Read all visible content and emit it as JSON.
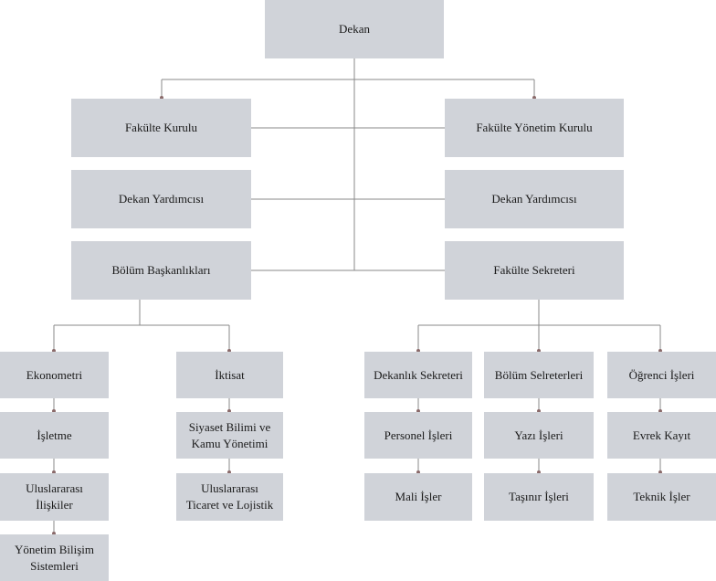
{
  "nodes": {
    "dekan": "Dekan",
    "fakulte_kurulu": "Fakülte Kurulu",
    "fakulte_yonetim_kurulu": "Fakülte Yönetim Kurulu",
    "dekan_yardimcisi_left": "Dekan Yardımcısı",
    "dekan_yardimcisi_right": "Dekan Yardımcısı",
    "bolum_baskanliklari": "Bölüm Başkanlıkları",
    "fakulte_sekreteri": "Fakülte Sekreteri",
    "ekonometri": "Ekonometri",
    "isletme": "İşletme",
    "uluslararasi_iliskiler": "Uluslararası\nİlişkiler",
    "yonetim_bilisim": "Yönetim Bilişim\nSistemleri",
    "iktisat": "İktisat",
    "siyaset_bilimi": "Siyaset Bilimi ve\nKamu Yönetimi",
    "uluslararasi_ticaret": "Uluslararası\nTicaret ve Lojistik",
    "dekanlik_sekreteri": "Dekanlık Sekreteri",
    "personel_isleri": "Personel İşleri",
    "mali_isler": "Mali İşler",
    "bolum_selreterleri": "Bölüm Selreterleri",
    "yazi_isleri": "Yazı İşleri",
    "tasinir_isleri": "Taşınır İşleri",
    "ogrenci_isleri": "Öğrenci İşleri",
    "evrek_kayit": "Evrek Kayıt",
    "teknik_isler": "Teknik İşler"
  },
  "colors": {
    "box": "#d0d3d9",
    "line": "#8a8a8a",
    "arrow": "#8a6a6a"
  }
}
